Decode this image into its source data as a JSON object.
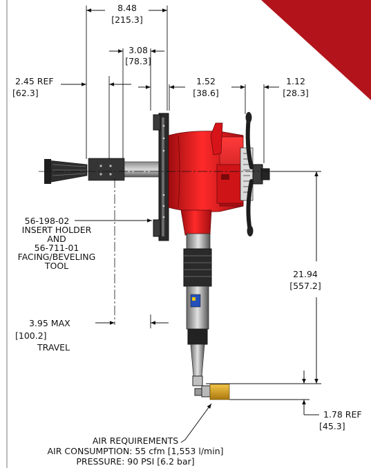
{
  "dimensions": {
    "overall_width": {
      "inch": "8.48",
      "mm": "[215.3]"
    },
    "flange_offset": {
      "inch": "3.08",
      "mm": "[78.3]"
    },
    "ref_left": {
      "inch": "2.45  REF",
      "mm": "[62.3]"
    },
    "body_width": {
      "inch": "1.52",
      "mm": "[38.6]"
    },
    "handwheel": {
      "inch": "1.12",
      "mm": "[28.3]"
    },
    "travel": {
      "inch": "3.95   MAX",
      "mm": "[100.2]",
      "label": "TRAVEL"
    },
    "height": {
      "inch": "21.94",
      "mm": "[557.2]"
    },
    "inlet_ref": {
      "inch": "1.78  REF",
      "mm": "[45.3]"
    }
  },
  "callouts": {
    "insert_holder": [
      "56-198-02",
      "INSERT HOLDER",
      "AND",
      "56-711-01",
      "FACING/BEVELING",
      "TOOL"
    ],
    "air": [
      "AIR REQUIREMENTS",
      "AIR CONSUMPTION: 55 cfm [1,553 l/min]",
      "PRESSURE: 90 PSI [6.2 bar]"
    ]
  },
  "colors": {
    "body_red": "#e0161b",
    "banner_red": "#b3141c",
    "metal_dark": "#2c2c2c",
    "brass": "#d9a21b"
  }
}
